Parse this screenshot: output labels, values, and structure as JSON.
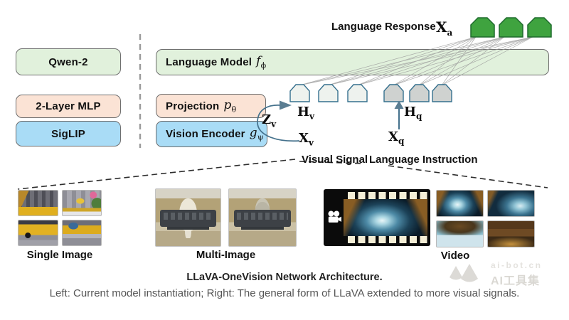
{
  "header": {
    "language_response": "Language Response",
    "xa": {
      "base": "X",
      "sub": "a"
    }
  },
  "left_column": {
    "qwen": "Qwen-2",
    "mlp": "2-Layer MLP",
    "siglip": "SigLIP"
  },
  "right_column": {
    "language_model": {
      "label": "Language Model",
      "math": "f",
      "sub": "ϕ"
    },
    "projection": {
      "label": "Projection",
      "math": "p",
      "sub": "θ"
    },
    "vision_encoder": {
      "label": "Vision Encoder",
      "math": "g",
      "sub": "ψ"
    }
  },
  "symbols": {
    "zv": {
      "base": "Z",
      "sub": "v"
    },
    "hv": {
      "base": "H",
      "sub": "v"
    },
    "hq": {
      "base": "H",
      "sub": "q"
    },
    "xv": {
      "base": "X",
      "sub": "v"
    },
    "xq": {
      "base": "X",
      "sub": "q"
    }
  },
  "signals": {
    "visual": "Visual Signal",
    "language": "Language Instruction"
  },
  "examples": {
    "single": "Single Image",
    "multi": "Multi-Image",
    "video": "Video"
  },
  "caption": {
    "title": "LLaVA-OneVision Network Architecture.",
    "subtitle": "Left: Current model instantiation; Right: The general form of LLaVA extended to more visual signals."
  },
  "watermark": {
    "line1": "ai-bot.cn",
    "line2": "AI工具集"
  },
  "colors": {
    "language_model_box": "#e1f1dc",
    "projection_box": "#fbe3d5",
    "vision_encoder_box": "#a9dcf6",
    "response_token": "#3fa33f",
    "visual_token": "#eef2ee",
    "text_token": "#cfd2d0",
    "token_border": "#35708e",
    "arrow": "#44718c",
    "fan_line": "#9a9a9a"
  }
}
